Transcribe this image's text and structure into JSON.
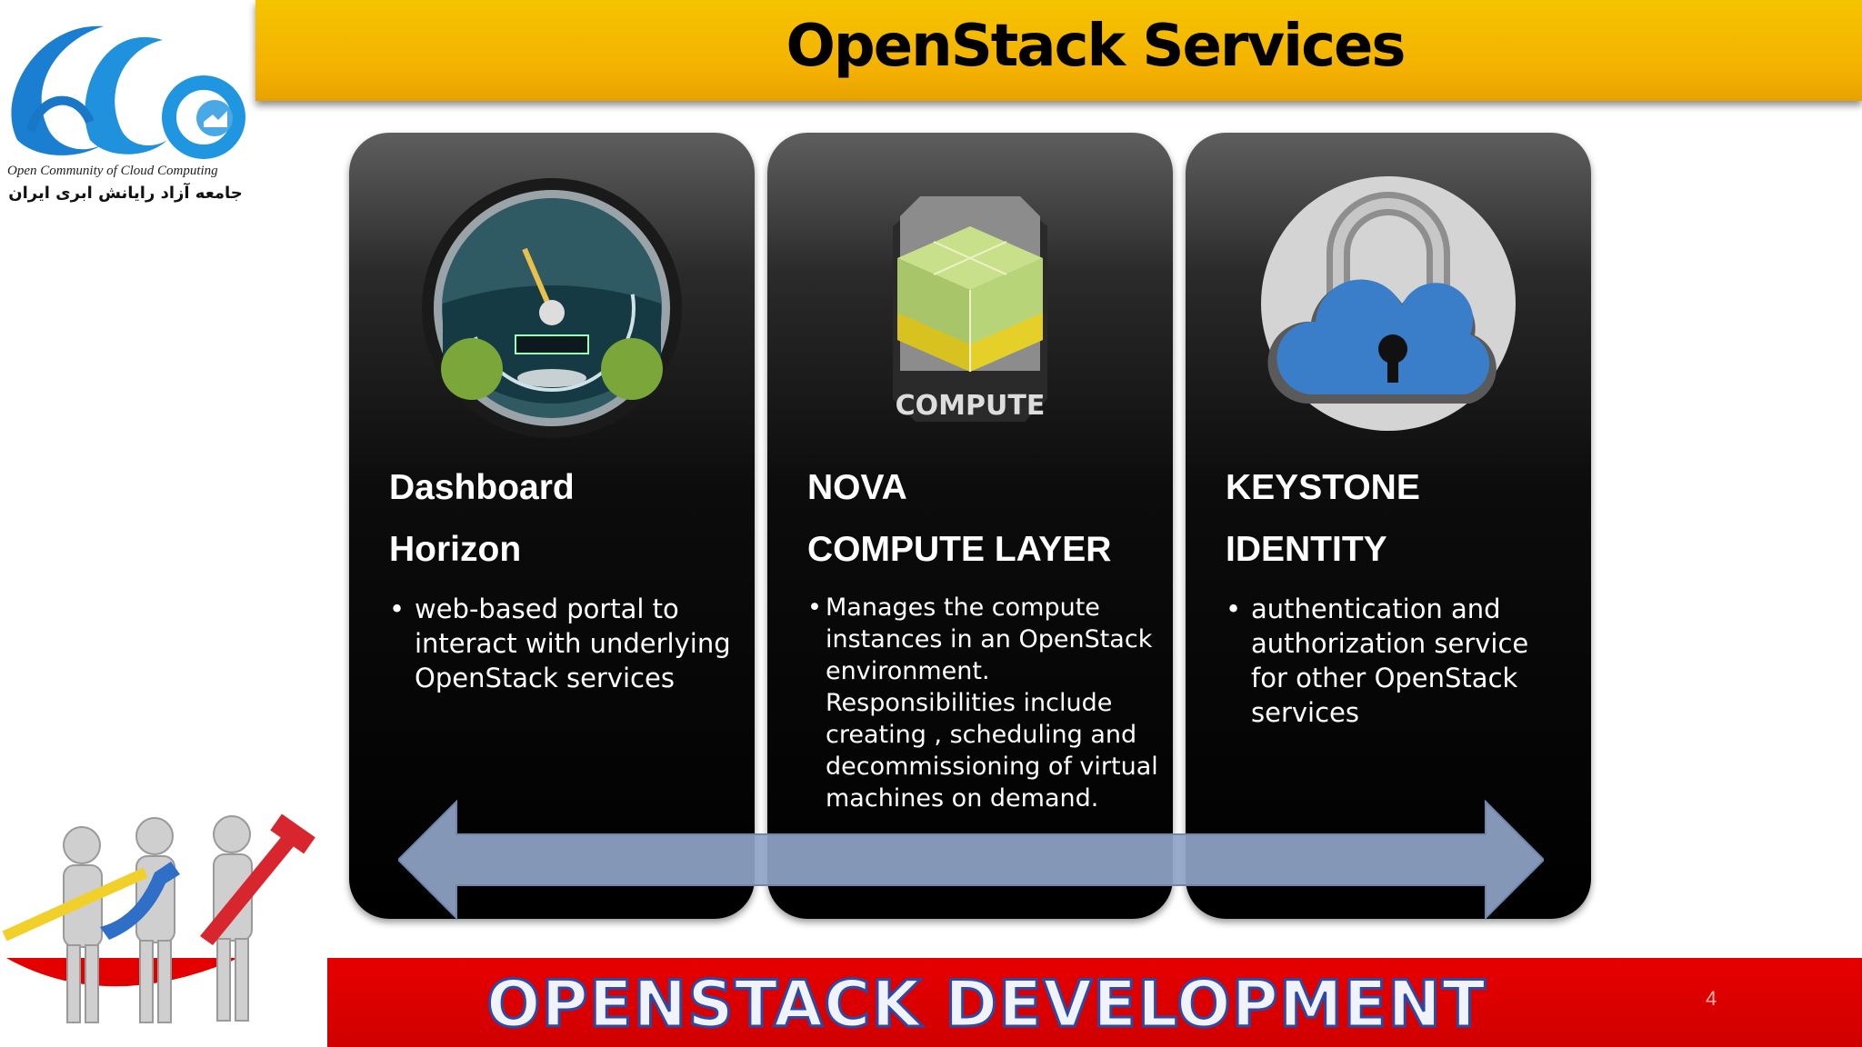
{
  "header": {
    "title": "OpenStack Services"
  },
  "logo": {
    "tagline": "Open Community of Cloud Computing",
    "persian": "جامعه آزاد رایانش ابری ایران"
  },
  "cards": [
    {
      "title": "Dashboard",
      "subtitle": "Horizon",
      "bullets": [
        "web-based  portal to interact with underlying OpenStack services"
      ],
      "icon": "speedometer-dashboard-icon"
    },
    {
      "title": "NOVA",
      "subtitle": "COMPUTE LAYER",
      "bullets": [
        "Manages the compute instances in an OpenStack environment. Responsibilities include creating , scheduling and decommissioning of virtual machines on demand."
      ],
      "icon": "compute-cube-icon",
      "icon_label": "COMPUTE"
    },
    {
      "title": "KEYSTONE",
      "subtitle": "IDENTITY",
      "bullets": [
        "authentication and authorization service for other OpenStack services"
      ],
      "icon": "cloud-padlock-icon"
    }
  ],
  "footer": {
    "title": "OPENSTACK DEVELOPMENT",
    "slide_number": "4"
  },
  "colors": {
    "title_bar": "#f4b400",
    "footer_bar": "#e00000",
    "card": "#000000",
    "arrow": "#8fa4c7"
  }
}
